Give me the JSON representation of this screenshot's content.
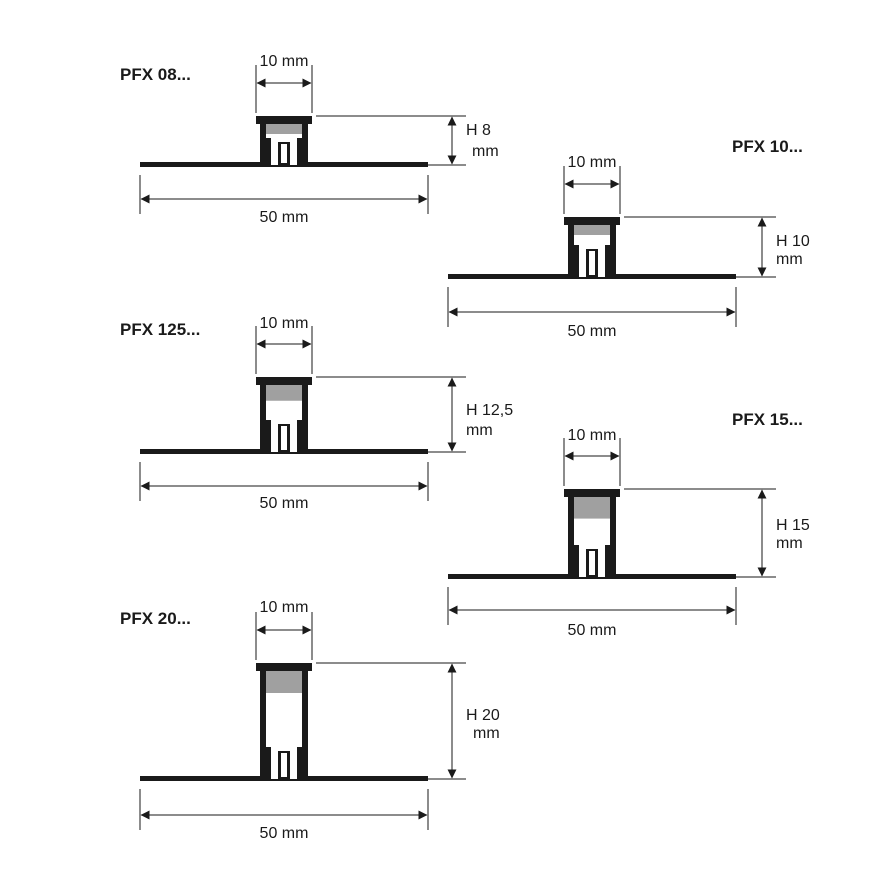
{
  "profiles": [
    {
      "id": "pfx08",
      "model": "PFX 08...",
      "width_top": "10 mm",
      "height_line1": "H 8",
      "height_line2": "mm",
      "width_base": "50 mm"
    },
    {
      "id": "pfx10",
      "model": "PFX 10...",
      "width_top": "10 mm",
      "height_line1": "H 10",
      "height_line2": "mm",
      "width_base": "50 mm"
    },
    {
      "id": "pfx125",
      "model": "PFX 125...",
      "width_top": "10 mm",
      "height_line1": "H 12,5",
      "height_line2": "mm",
      "width_base": "50 mm"
    },
    {
      "id": "pfx15",
      "model": "PFX 15...",
      "width_top": "10 mm",
      "height_line1": "H 15",
      "height_line2": "mm",
      "width_base": "50 mm"
    },
    {
      "id": "pfx20",
      "model": "PFX 20...",
      "width_top": "10 mm",
      "height_line1": "H 20",
      "height_line2": "mm",
      "width_base": "50 mm"
    }
  ],
  "colors": {
    "profile": "#1a1a1a",
    "insert": "#a0a0a0",
    "background": "#ffffff"
  }
}
